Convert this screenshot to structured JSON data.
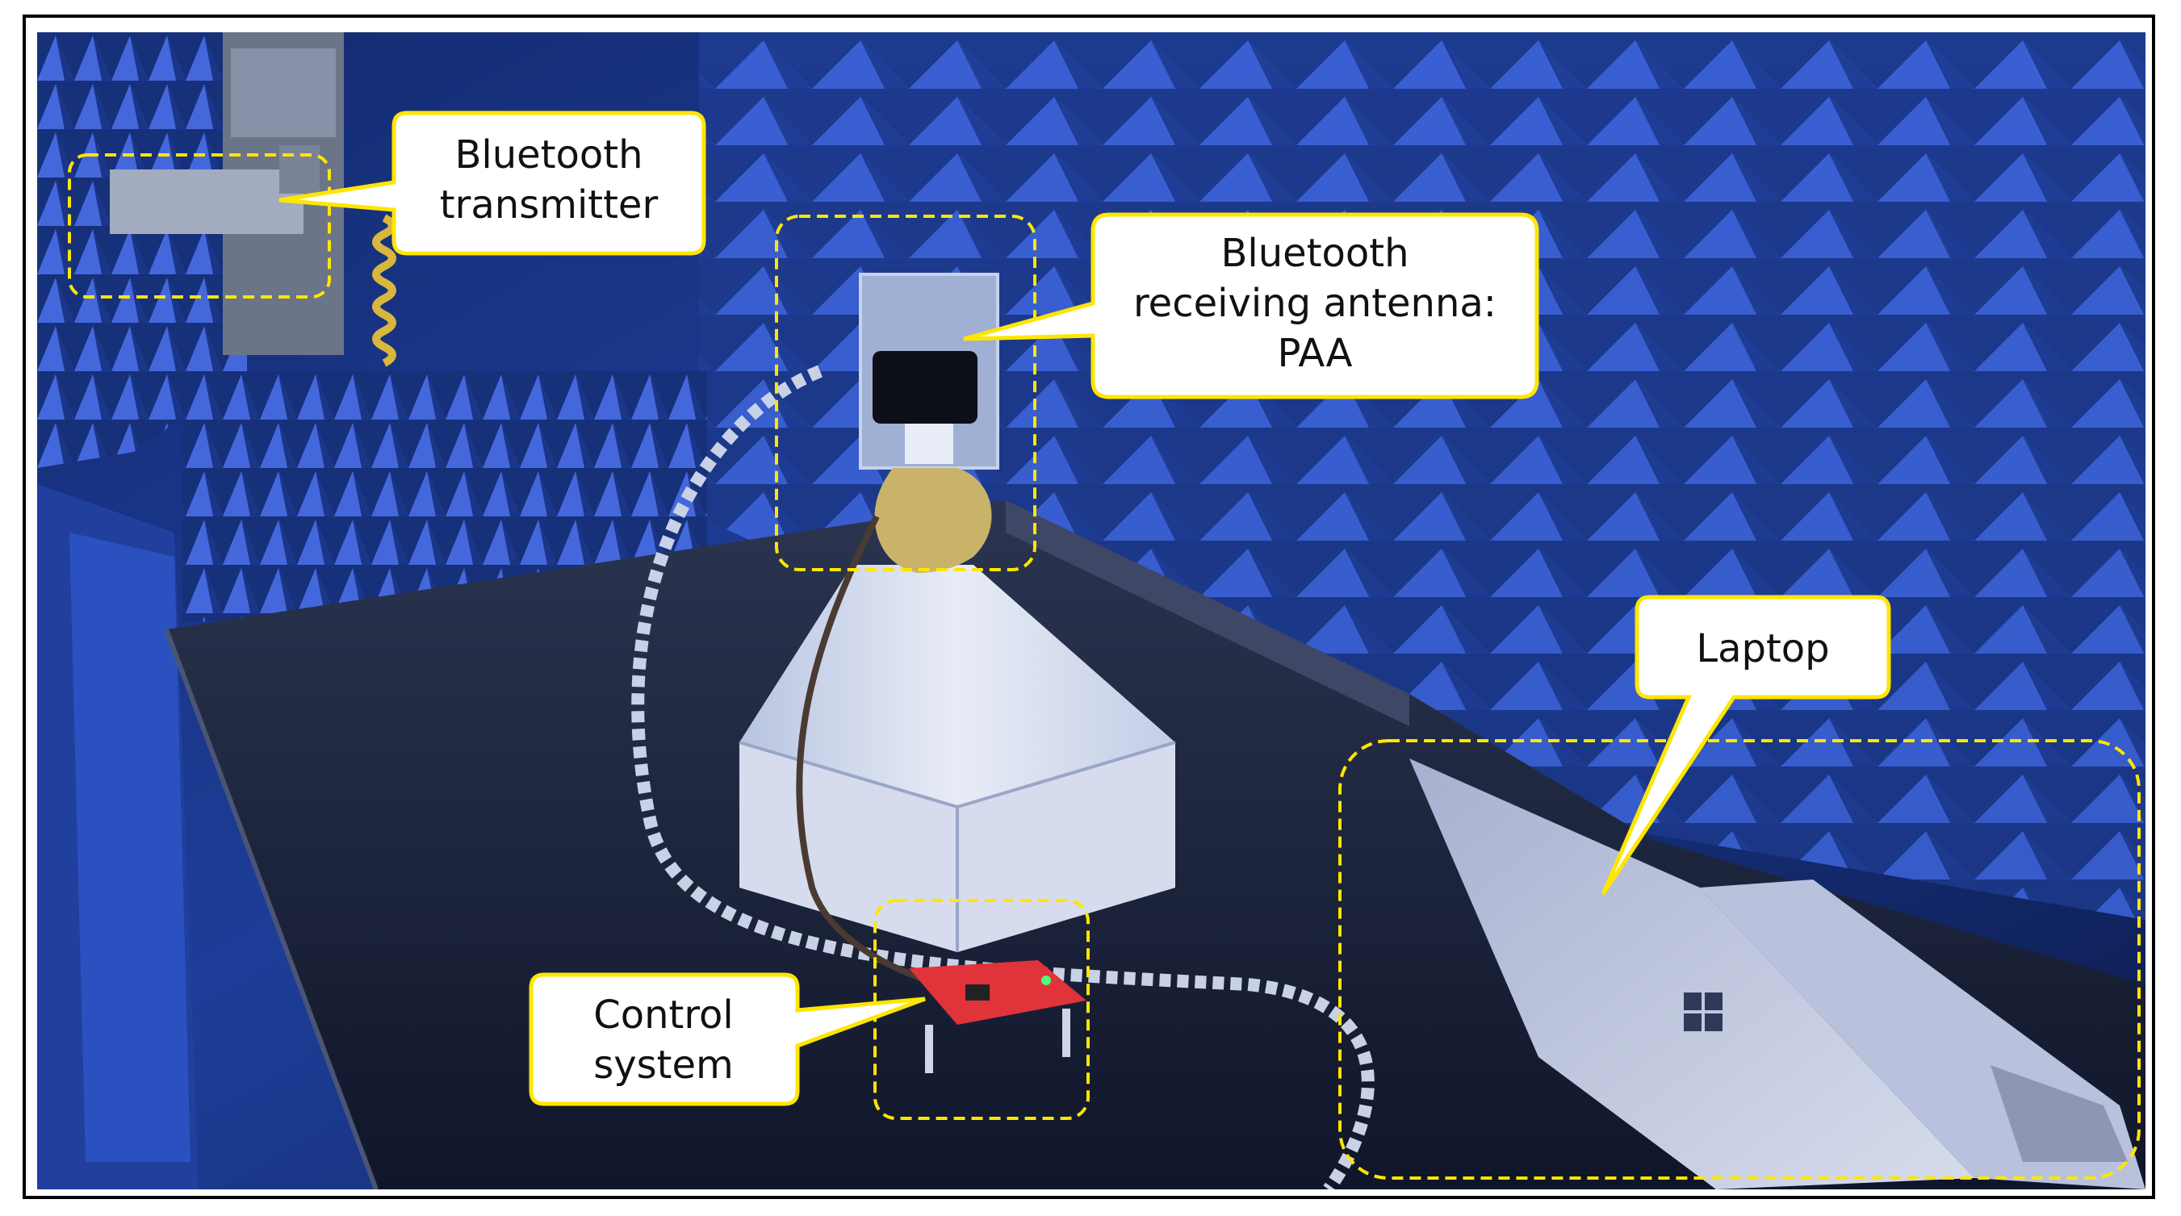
{
  "callouts": {
    "transmitter": {
      "line1": "Bluetooth",
      "line2": "transmitter"
    },
    "antenna": {
      "line1": "Bluetooth",
      "line2": "receiving antenna:",
      "line3": "PAA"
    },
    "laptop": {
      "line1": "Laptop"
    },
    "control": {
      "line1": "Control",
      "line2": "system"
    }
  },
  "colors": {
    "callout_border": "#ffe600",
    "highlight_box": "#ffe600",
    "callout_fill": "#ffffff",
    "chamber_blue": "#1f3f9a",
    "frame": "#000000"
  }
}
